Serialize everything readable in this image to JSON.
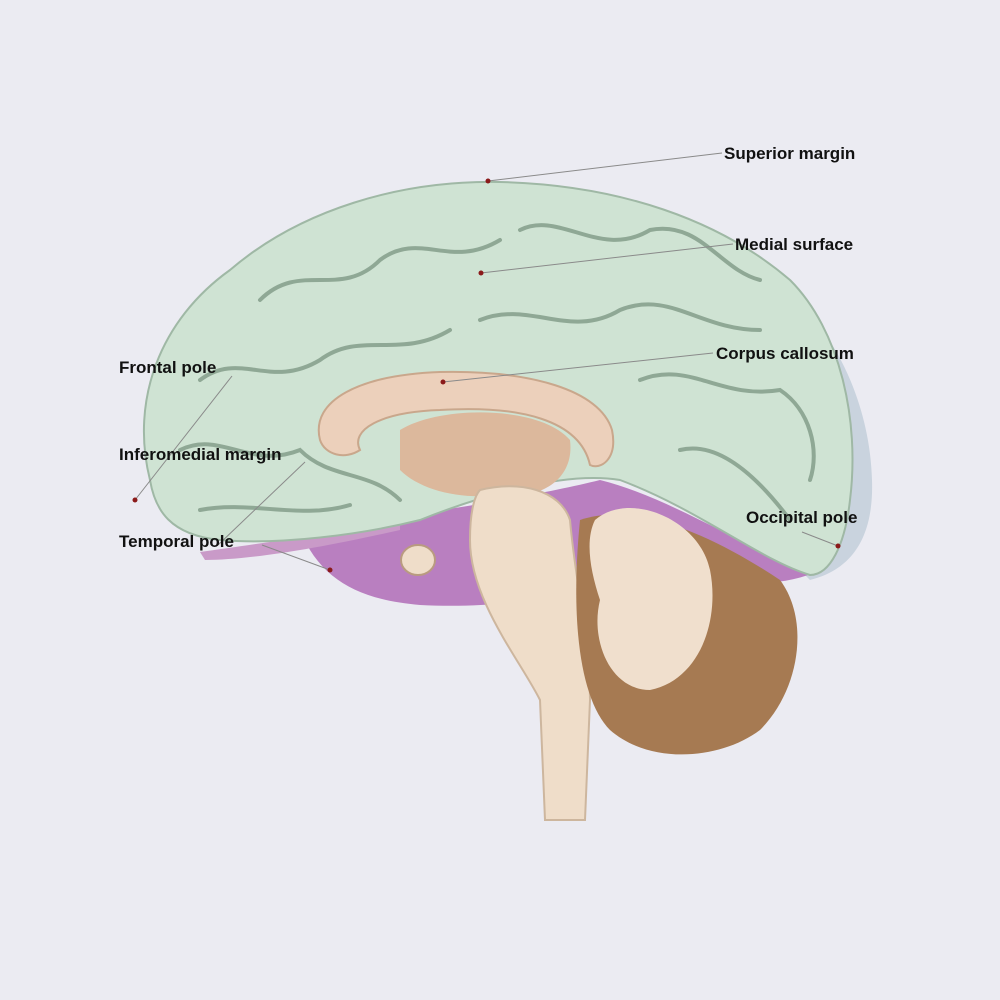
{
  "colors": {
    "background": "#ebebf2",
    "cortex": "#cfe3d3",
    "temporal": "#b97fc0",
    "corpus": "#ecd0bb",
    "brainstem": "#efddc9",
    "cerebellum": "#a67a52",
    "leader": "#8a8a8a",
    "dot": "#8b1a1a"
  },
  "labels": {
    "superior_margin": "Superior margin",
    "medial_surface": "Medial surface",
    "corpus_callosum": "Corpus callosum",
    "frontal_pole": "Frontal pole",
    "inferomedial_margin": "Inferomedial margin",
    "temporal_pole": "Temporal pole",
    "occipital_pole": "Occipital pole"
  }
}
